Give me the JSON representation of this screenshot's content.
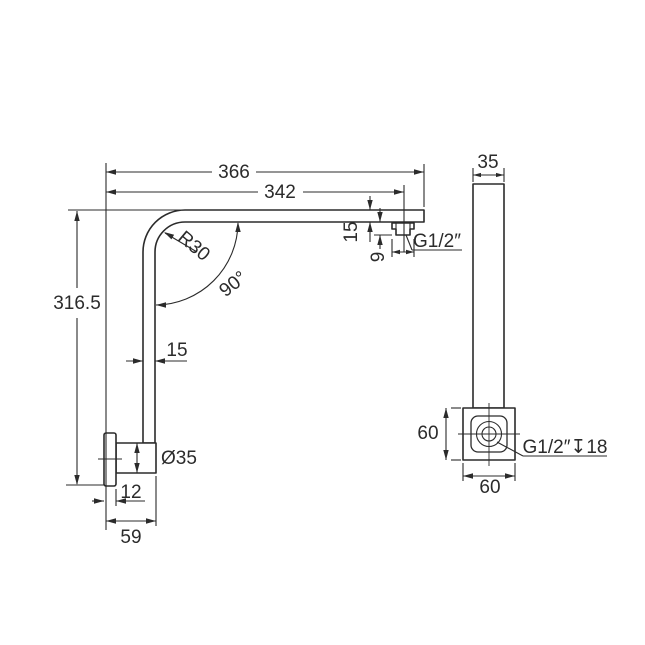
{
  "colors": {
    "background": "#ffffff",
    "line": "#2b2b2b"
  },
  "drawing": {
    "front_view": {
      "overall_width": "366",
      "width_to_outlet": "342",
      "overall_height": "316.5",
      "bend_radius": "R30",
      "bend_angle": "90°",
      "arm_thickness": "15",
      "arm_end_height": "15",
      "outlet_drop": "9",
      "outlet_thread": "G1/2″",
      "base_diameter": "Ø35",
      "plate_thickness": "12",
      "base_length": "59"
    },
    "side_view": {
      "arm_width": "35",
      "flange_height": "60",
      "flange_width": "60",
      "inlet_thread": "G1/2″↧18"
    }
  }
}
